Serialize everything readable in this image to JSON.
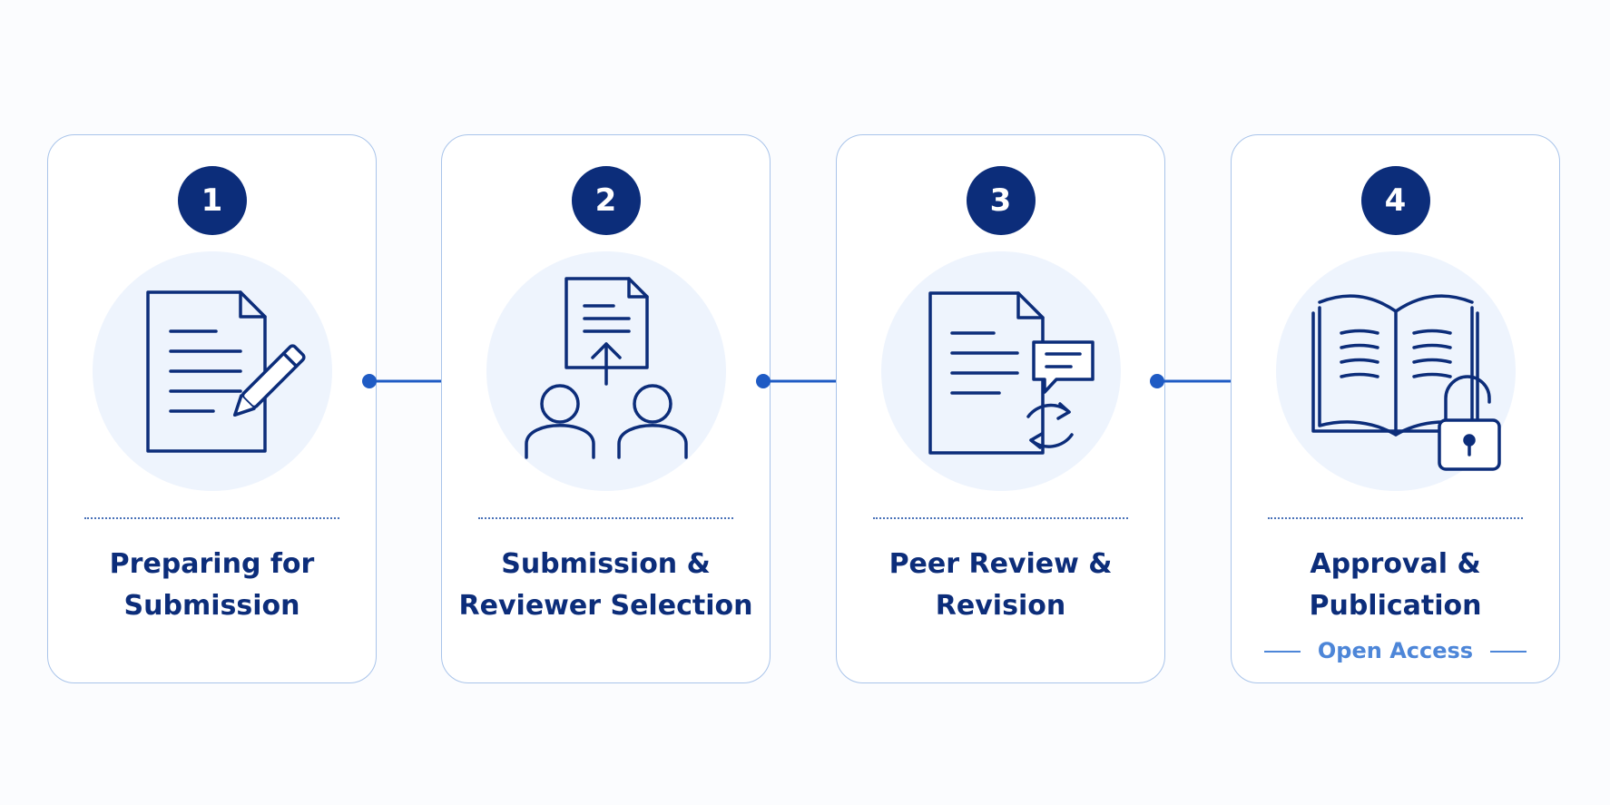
{
  "steps": [
    {
      "number": "1",
      "title_line1": "Preparing for",
      "title_line2": "Submission",
      "icon": "document-pen-icon"
    },
    {
      "number": "2",
      "title_line1": "Submission &",
      "title_line2": "Reviewer Selection",
      "icon": "upload-reviewers-icon"
    },
    {
      "number": "3",
      "title_line1": "Peer Review &",
      "title_line2": "Revision",
      "icon": "document-comment-cycle-icon"
    },
    {
      "number": "4",
      "title_line1": "Approval &",
      "title_line2": "Publication",
      "icon": "open-book-unlocked-icon",
      "tagline": "Open Access"
    }
  ],
  "colors": {
    "primary": "#0c2d7a",
    "accent": "#1f5bc4",
    "border": "#a9c4ea",
    "halo": "#eef4fd",
    "tagline": "#4d86d8"
  }
}
